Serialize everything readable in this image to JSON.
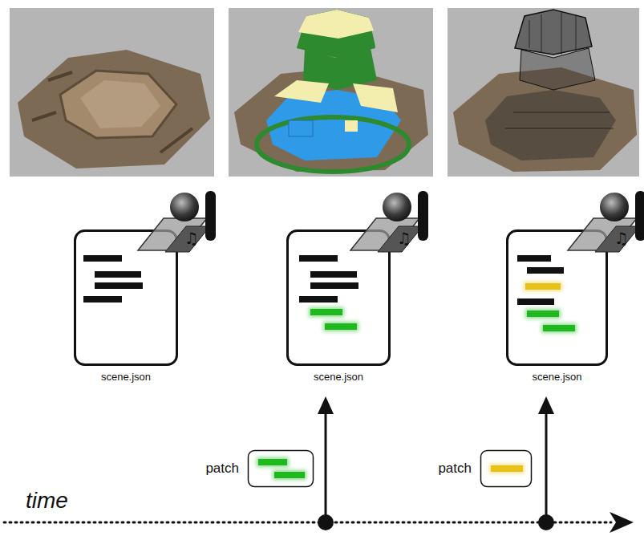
{
  "diagram": {
    "nodes": [
      {
        "text": [
          "scene.json"
        ]
      },
      {
        "text": [
          "scene.json"
        ]
      },
      {
        "text": [
          "scene.json"
        ]
      },
      {
        "text": [
          "patch"
        ]
      },
      {
        "text": [
          "patch"
        ]
      }
    ],
    "labels": [
      "time"
    ]
  }
}
